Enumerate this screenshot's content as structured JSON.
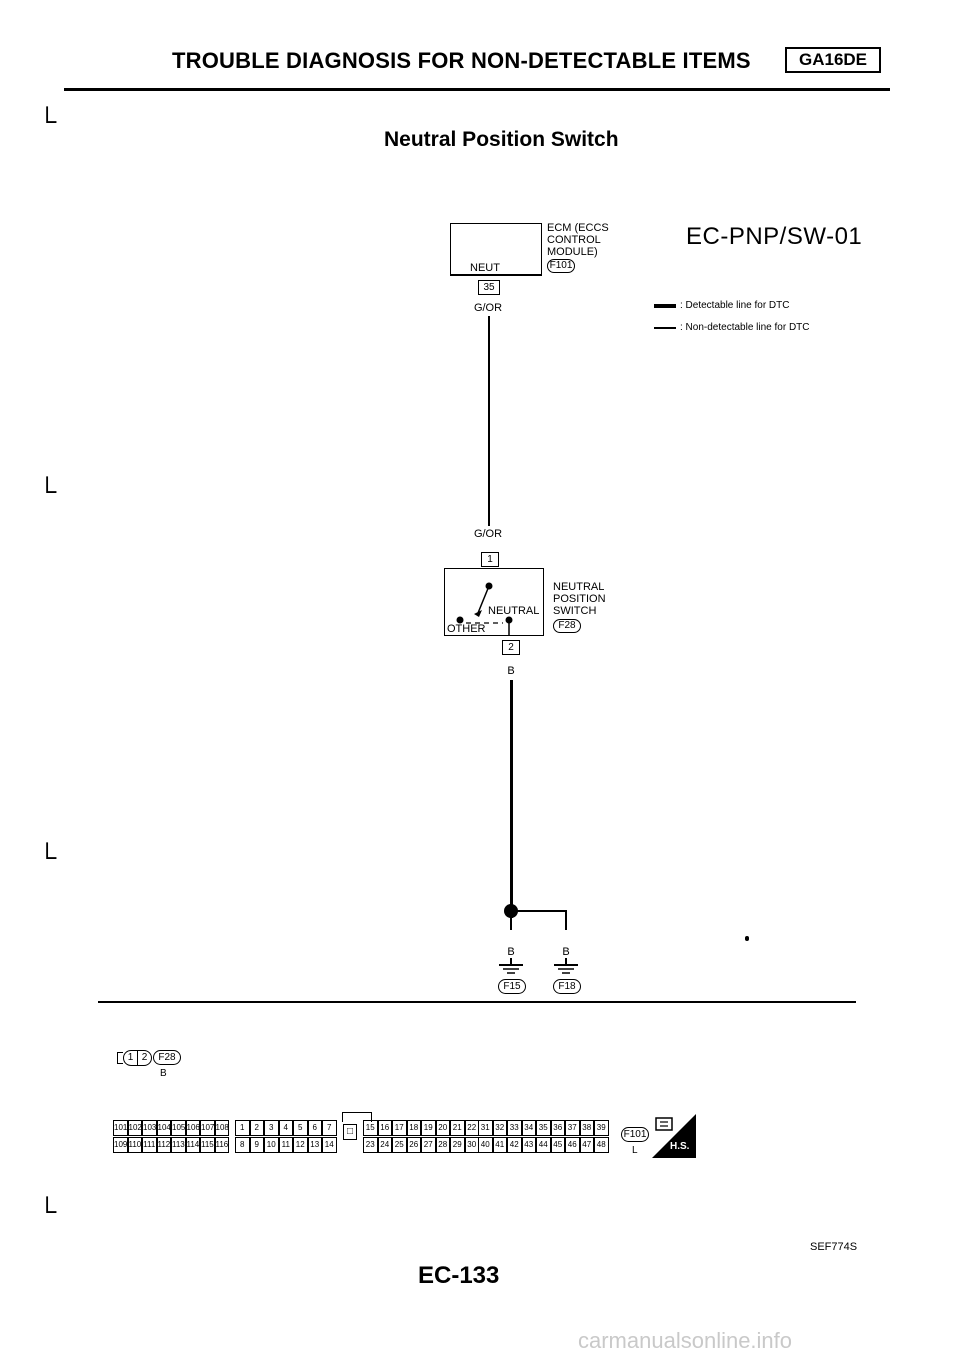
{
  "header": {
    "title": "TROUBLE DIAGNOSIS FOR NON-DETECTABLE ITEMS",
    "engine_tag": "GA16DE",
    "subtitle": "Neutral Position Switch"
  },
  "diagram": {
    "id": "EC-PNP/SW-01",
    "legend": {
      "detectable": ": Detectable line for DTC",
      "non_detectable": ": Non-detectable line for DTC"
    },
    "ecm": {
      "name_line1": "ECM (ECCS",
      "name_line2": "CONTROL",
      "name_line3": "MODULE)",
      "connector": "F101",
      "terminal_label": "NEUT",
      "terminal": "35",
      "wire_color": "G/OR"
    },
    "switch": {
      "name_line1": "NEUTRAL",
      "name_line2": "POSITION",
      "name_line3": "SWITCH",
      "connector": "F28",
      "wire_in": "G/OR",
      "pin_in": "1",
      "pin_out": "2",
      "wire_out": "B",
      "pos_neutral": "NEUTRAL",
      "pos_other": "OTHER"
    },
    "grounds": [
      {
        "wire": "B",
        "connector": "F15"
      },
      {
        "wire": "B",
        "connector": "F18"
      }
    ]
  },
  "connectors": {
    "f28_pins": [
      "1",
      "2"
    ],
    "f28_label": "F28",
    "f28_color": "B",
    "f101_label": "F101",
    "f101_color": "L",
    "strip_top": [
      "101",
      "102",
      "103",
      "104",
      "105",
      "106",
      "107",
      "108",
      "1",
      "2",
      "3",
      "4",
      "5",
      "6",
      "7",
      "15",
      "16",
      "17",
      "18",
      "19",
      "20",
      "21",
      "22",
      "31",
      "32",
      "33",
      "34",
      "35",
      "36",
      "37",
      "38",
      "39"
    ],
    "strip_bottom": [
      "109",
      "110",
      "111",
      "112",
      "113",
      "114",
      "115",
      "116",
      "8",
      "9",
      "10",
      "11",
      "12",
      "13",
      "14",
      "23",
      "24",
      "25",
      "26",
      "27",
      "28",
      "29",
      "30",
      "40",
      "41",
      "42",
      "43",
      "44",
      "45",
      "46",
      "47",
      "48"
    ],
    "hs_label": "H.S."
  },
  "footer": {
    "page": "EC-133",
    "ref": "SEF774S",
    "watermark": "carmanualsonline.info"
  }
}
